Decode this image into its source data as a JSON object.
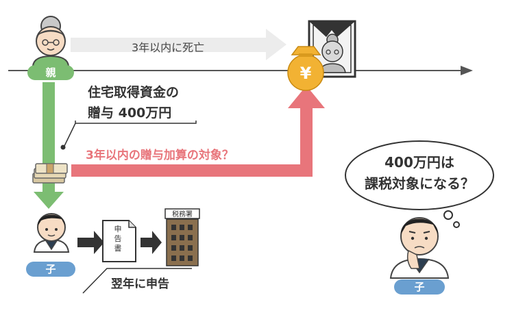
{
  "parent": {
    "badge": "親"
  },
  "death_arrow": {
    "label": "3年以内に死亡"
  },
  "gift": {
    "line1": "住宅取得資金の",
    "line2": "贈与 400万円"
  },
  "inclusion_arrow": {
    "label": "3年以内の贈与加算の対象？"
  },
  "child": {
    "badge": "子"
  },
  "child_right": {
    "badge": "子"
  },
  "tax_office": {
    "sign": "税務署"
  },
  "filing_form": {
    "text": "申告書"
  },
  "filing": {
    "label": "翌年に申告"
  },
  "bubble": {
    "line1": "400万円は",
    "line2": "課税対象になる？"
  },
  "money_bag": {
    "symbol": "¥"
  },
  "colors": {
    "green": "#7cbd72",
    "blue": "#6a9fd0",
    "red": "#e8757b",
    "gray_arrow": "#ececec",
    "yellow": "#f2b233",
    "timeline": "#555555"
  }
}
